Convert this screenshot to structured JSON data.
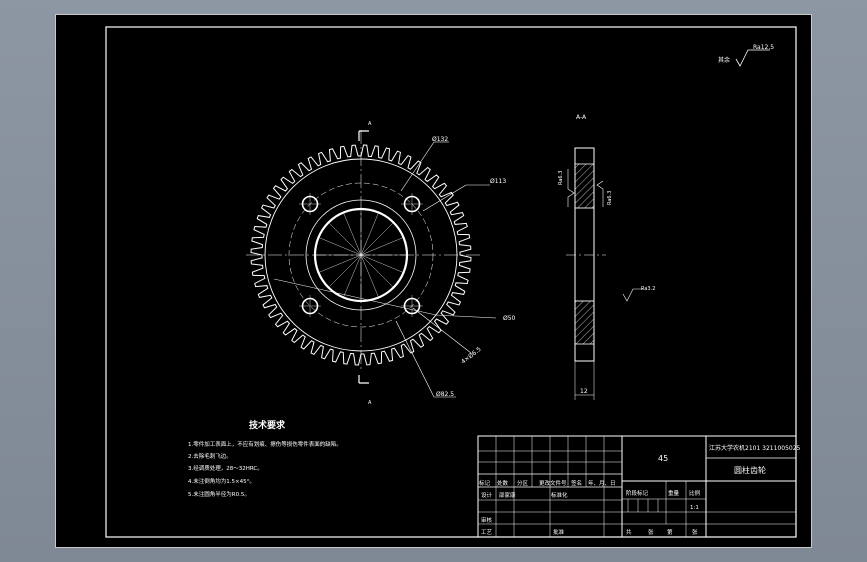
{
  "roughness_top": {
    "label": "其余",
    "value": "Ra12.5"
  },
  "section": {
    "title": "A-A",
    "roughness_hub_left": "Ra6.3",
    "roughness_hub_right": "Ra6.3",
    "roughness_bore": "Ra3.2",
    "width_dim": "12"
  },
  "front_view": {
    "cut_mark_top": "A",
    "cut_mark_bottom": "A",
    "dim_outer": "Ø132",
    "dim_root": "Ø113",
    "dim_bore": "Ø50",
    "dim_holes": "4×Ø6.5",
    "dim_pcd": "Ø82.5"
  },
  "tech_requirements": {
    "title": "技术要求",
    "items": [
      "1.零件加工表面上，不应有划痕、擦伤等损伤零件表面的缺陷。",
      "2.去除毛刺飞边。",
      "3.经调质处理，28～32HRC。",
      "4.未注倒角均为1.5×45°。",
      "5.未注圆角半径为R0.5。"
    ]
  },
  "title_block": {
    "material": "45",
    "school": "江苏大学农机2101 3211005025",
    "part_name": "圆柱齿轮",
    "header_cells": [
      "标记",
      "处数",
      "分区",
      "更改文件号",
      "签名",
      "年、月、日"
    ],
    "design_label": "设计",
    "design_name": "邵家康",
    "standardize_label": "标准化",
    "stage_label": "阶段标记",
    "weight_label": "重量",
    "scale_label": "比例",
    "scale_value": "1:1",
    "review_label": "审核",
    "process_label": "工艺",
    "approve_label": "批准",
    "sheet_total": "共",
    "sheet_unit1": "张",
    "sheet_no": "第",
    "sheet_unit2": "张"
  }
}
